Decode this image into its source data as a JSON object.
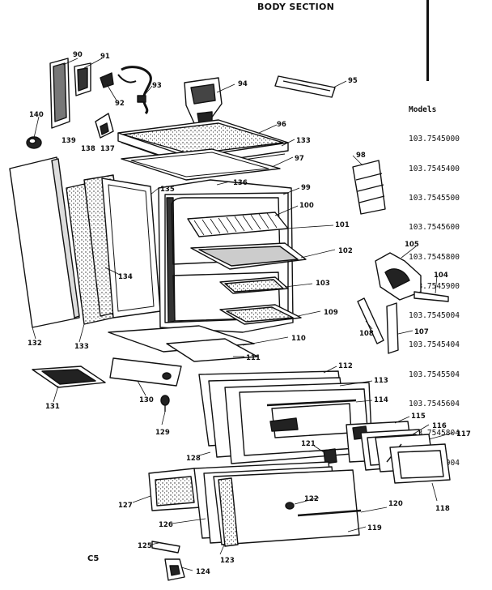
{
  "title": "BODY SECTION",
  "models_header": "Models",
  "models": [
    "103.7545000",
    "103.7545400",
    "103.7545500",
    "103.7545600",
    "103.7545800",
    "103.7545900",
    "103.7545004",
    "103.7545404",
    "103.7545504",
    "103.7545604",
    "103.7545804",
    "103.7545904"
  ],
  "corner_code": "C5",
  "part_labels": {
    "p90": "90",
    "p91": "91",
    "p92": "92",
    "p93": "93",
    "p94": "94",
    "p95": "95",
    "p96": "96",
    "p97": "97",
    "p98": "98",
    "p99": "99",
    "p100": "100",
    "p101": "101",
    "p102": "102",
    "p103": "103",
    "p104": "104",
    "p105": "105",
    "p107": "107",
    "p108": "108",
    "p109": "109",
    "p110": "110",
    "p111": "111",
    "p112": "112",
    "p113": "113",
    "p114": "114",
    "p115": "115",
    "p116": "116",
    "p117": "117",
    "p118": "118",
    "p119": "119",
    "p120": "120",
    "p121": "121",
    "p122": "122",
    "p123": "123",
    "p124": "124",
    "p125": "125",
    "p126": "126",
    "p127": "127",
    "p128": "128",
    "p129": "129",
    "p130": "130",
    "p131": "131",
    "p132": "132",
    "p133a": "133",
    "p133b": "133",
    "p134": "134",
    "p135": "135",
    "p136": "136",
    "p137": "137",
    "p138": "138",
    "p139": "139",
    "p140": "140"
  }
}
